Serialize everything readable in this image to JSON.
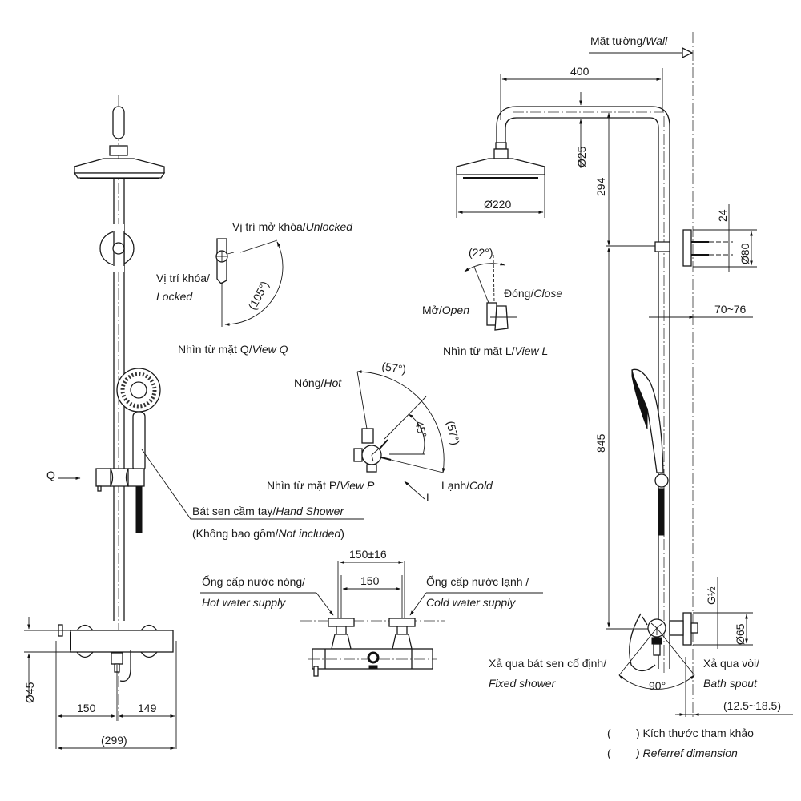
{
  "drawing": {
    "wall_label": "Mặt tường/",
    "wall_label_en": "Wall",
    "front_view": {
      "view_q_marker": "Q",
      "hand_shower_label": "Bát sen cầm tay/",
      "hand_shower_label_en": "Hand Shower",
      "not_included_open": "(Không bao gồm/",
      "not_included_en": "Not included",
      "not_included_close": ")",
      "dim_diameter_body": "Ø45",
      "dim_left": "150",
      "dim_right": "149",
      "dim_total": "(299)"
    },
    "view_q": {
      "unlocked_label": "Vị trí mở khóa/",
      "unlocked_label_en": "Unlocked",
      "locked_label": "Vị trí khóa/",
      "locked_label_en": "Locked",
      "angle": "(105°)",
      "caption": "Nhìn từ mặt Q/",
      "caption_en": "View Q"
    },
    "view_p": {
      "hot_label": "Nóng/",
      "hot_label_en": "Hot",
      "cold_label": "Lạnh/",
      "cold_label_en": "Cold",
      "angle_hot": "(57°)",
      "angle_cold": "(57°)",
      "angle_mid": "45°",
      "caption": "Nhìn từ mặt P/",
      "caption_en": "View P",
      "view_l_marker": "L"
    },
    "view_l": {
      "angle": "(22°)",
      "close_label": "Đóng/",
      "close_label_en": "Close",
      "open_label": "Mở/",
      "open_label_en": "Open",
      "caption": "Nhìn từ mặt L/",
      "caption_en": "View L"
    },
    "mixer_view": {
      "dim_adjust": "150±16",
      "dim_center": "150",
      "hot_supply": "Ống cấp nước nóng/",
      "hot_supply_en": "Hot water supply",
      "cold_supply": "Ống cấp nước lạnh /",
      "cold_supply_en": "Cold water supply"
    },
    "side_view": {
      "dim_arm": "400",
      "dim_pipe": "Ø25",
      "dim_head": "Ø220",
      "dim_top": "294",
      "dim_bracket_offset": "24",
      "dim_bracket_dia": "Ø80",
      "dim_wall_gap": "70~76",
      "dim_height": "845",
      "dim_thread": "G½",
      "dim_flange": "Ø65",
      "fixed_shower": "Xả qua bát sen cố định/",
      "fixed_shower_en": "Fixed shower",
      "bath_spout": "Xả qua vòi/",
      "bath_spout_en": "Bath spout",
      "angle_90": "90°",
      "dim_eccentric": "(12.5~18.5)"
    },
    "legend": {
      "paren_open": "(",
      "ref_vi": ") Kích thước tham khảo",
      "ref_en": ") Referref dimension"
    }
  }
}
